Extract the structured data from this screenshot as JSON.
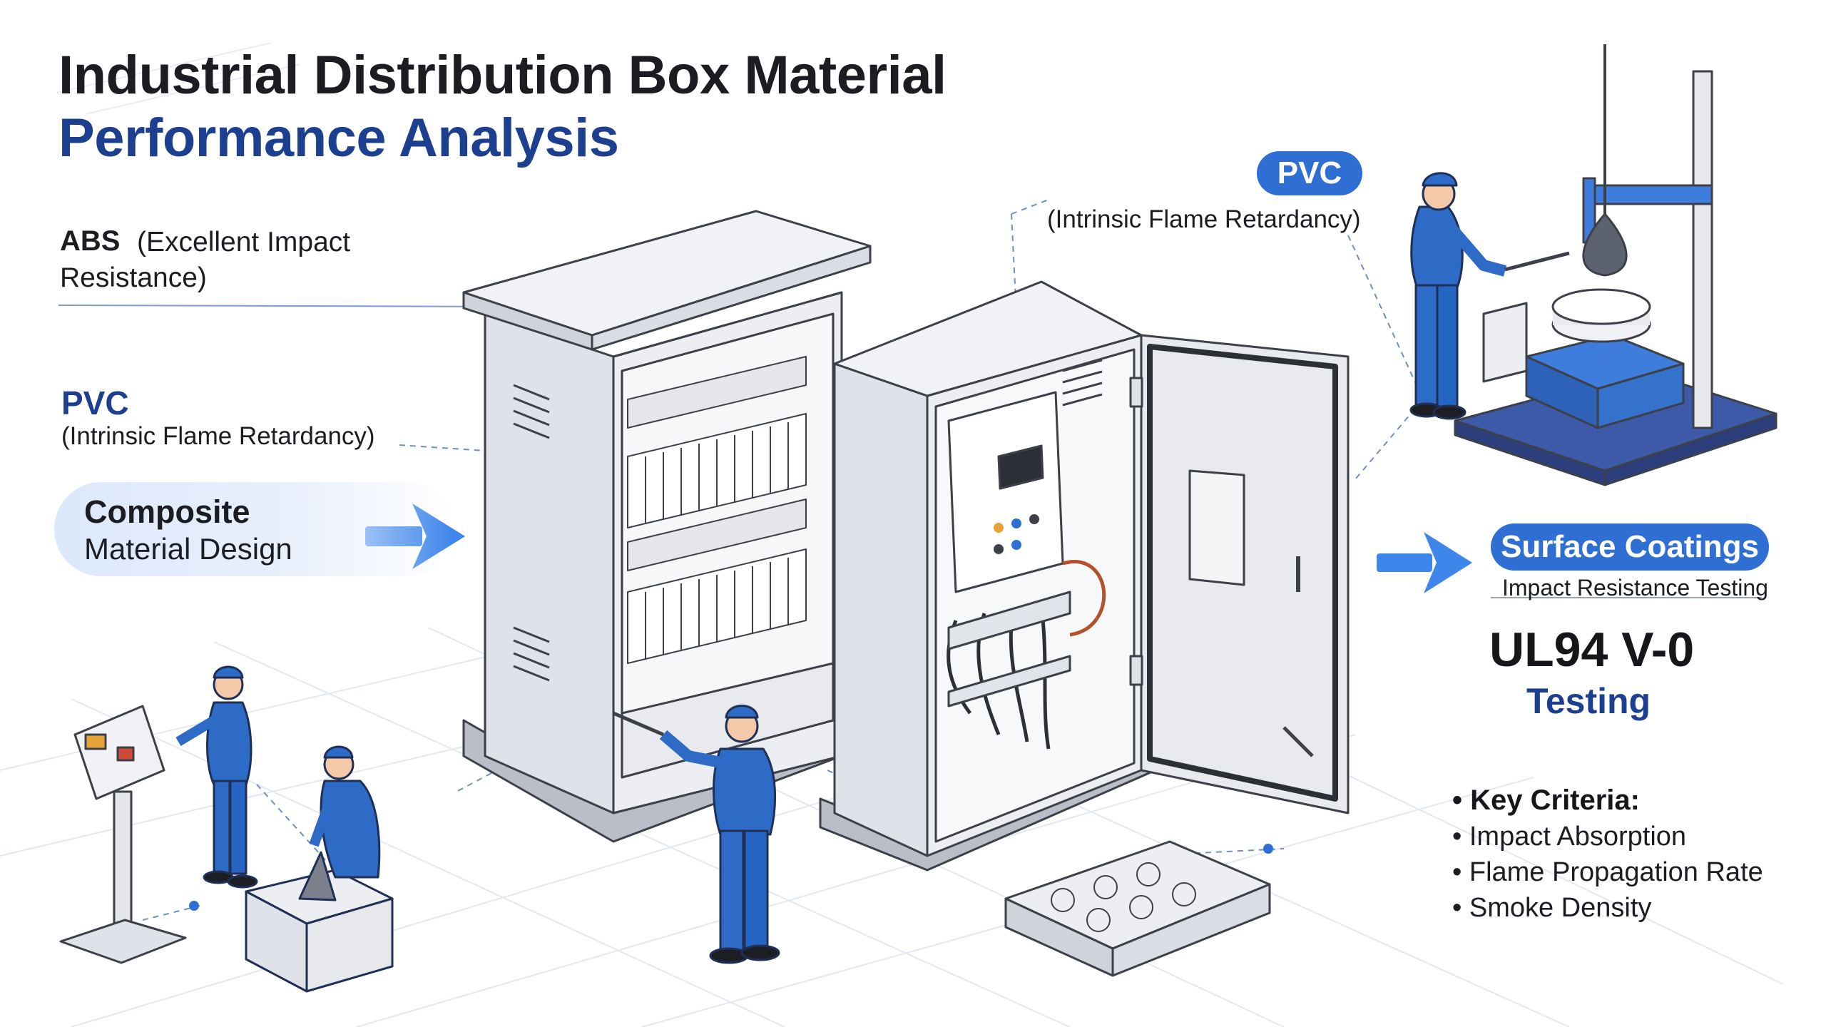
{
  "title": {
    "line1": "Industrial Distribution Box Material",
    "line2": "Performance Analysis"
  },
  "labels": {
    "abs_name": "ABS",
    "abs_desc_line1": "(Excellent Impact",
    "abs_desc_line2": "Resistance)",
    "pvc_left_name": "PVC",
    "pvc_left_desc": "(Intrinsic Flame Retardancy)",
    "composite_name": "Composite",
    "composite_desc": "Material Design",
    "pvc_top_name": "PVC",
    "pvc_top_desc": "(Intrinsic Flame Retardancy)",
    "surface_coatings": "Surface Coatings",
    "impact_testing": "Impact Resistance Testing",
    "ul94": "UL94 V-0",
    "testing": "Testing"
  },
  "criteria": {
    "title": "• Key Criteria:",
    "items": [
      "• Impact Absorption",
      "• Flame Propagation Rate",
      "• Smoke Density"
    ]
  },
  "colors": {
    "accent_blue": "#2f6fd3",
    "title_navy": "#1d3f8f",
    "worker_blue": "#2d6bc7",
    "cabinet_grey": "#e7e9ee",
    "outline": "#3d4048"
  },
  "icons": {
    "arrow": "right-arrow-icon",
    "leader_dot": "leader-dot-icon"
  }
}
